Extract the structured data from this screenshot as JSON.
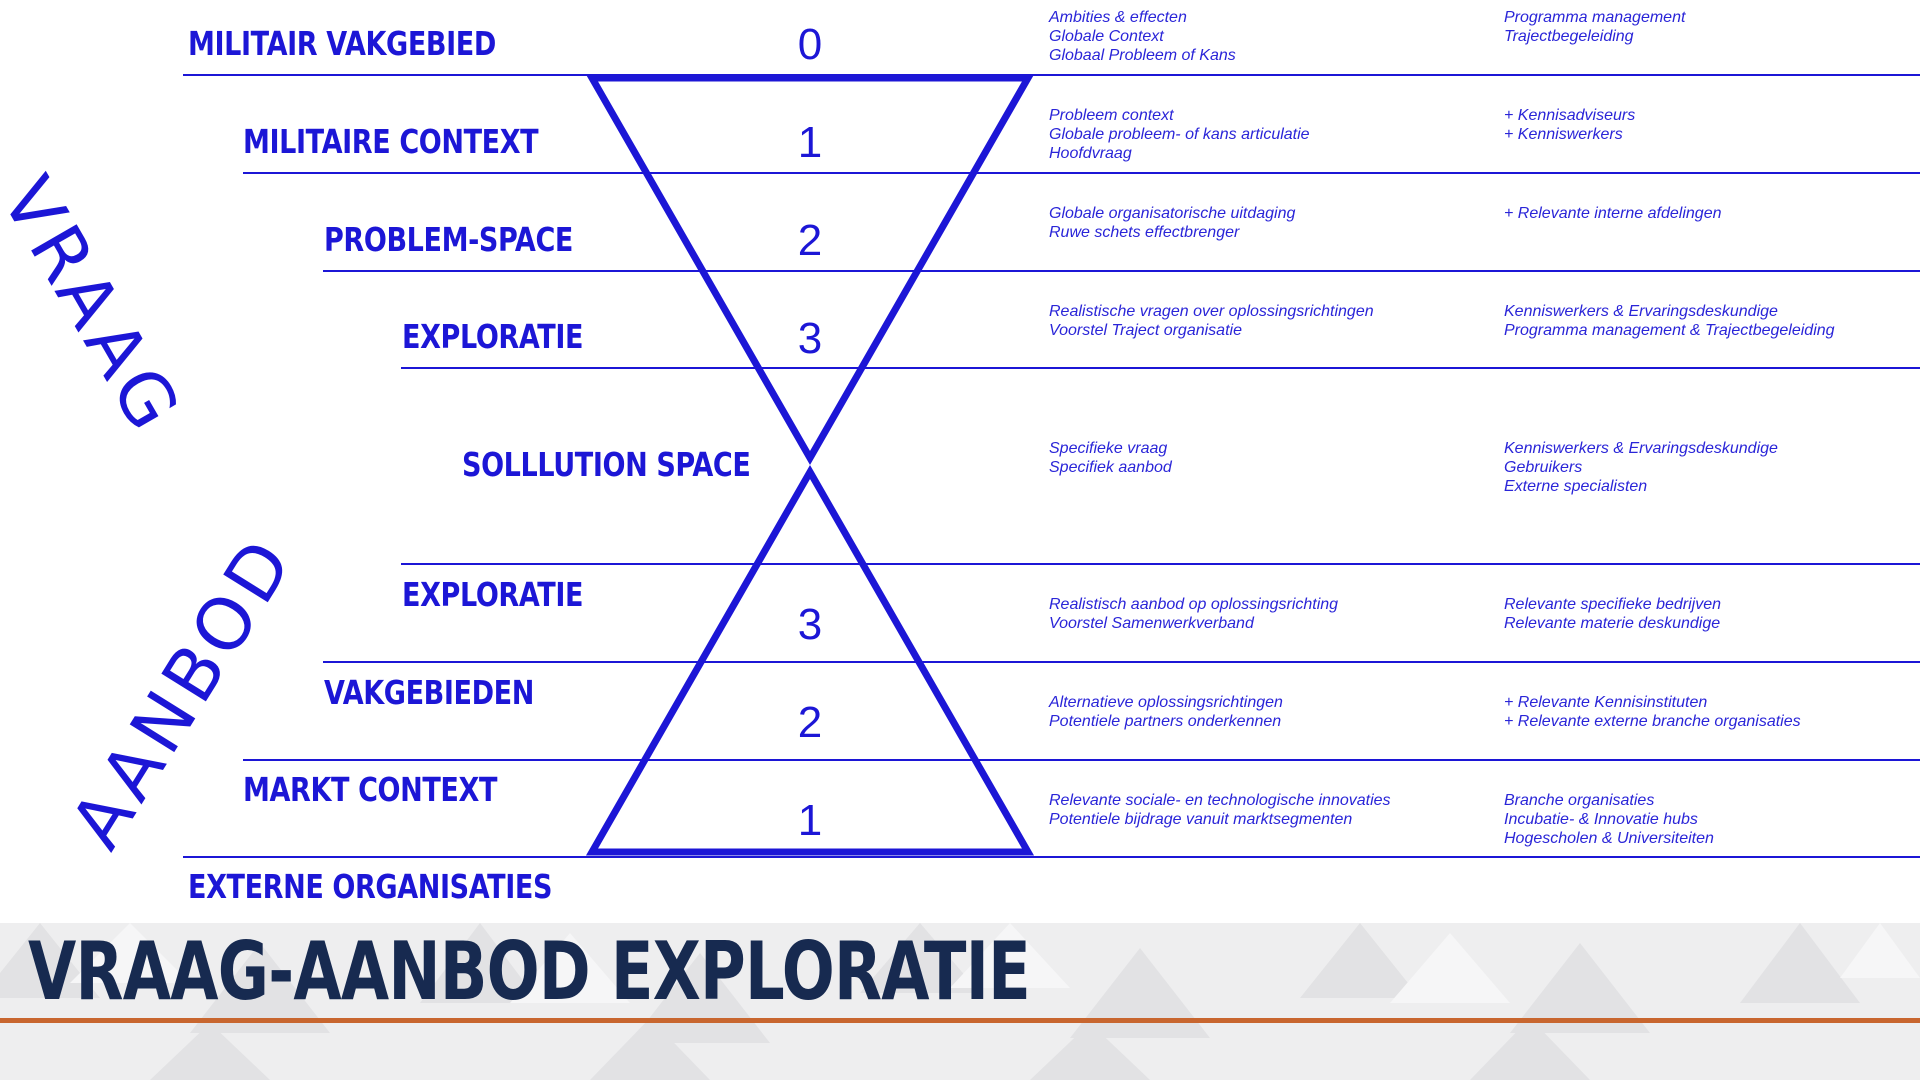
{
  "colors": {
    "accent": "#1c16d6",
    "title": "#172a50",
    "rule": "#c8662f"
  },
  "title": "VRAAG-AANBOD EXPLORATIE",
  "side": {
    "top": "VRAAG",
    "bottom": "AANBOD"
  },
  "rows": [
    {
      "label": "MILITAIR VAKGEBIED",
      "num": "0",
      "desc": "Ambities & effecten\nGlobale Context\nGlobaal Probleem of Kans",
      "actors": "Programma management\nTrajectbegeleiding"
    },
    {
      "label": "MILITAIRE CONTEXT",
      "num": "1",
      "desc": "Probleem context\nGlobale probleem- of kans articulatie\nHoofdvraag",
      "actors": "+ Kennisadviseurs\n+ Kenniswerkers"
    },
    {
      "label": "PROBLEM-SPACE",
      "num": "2",
      "desc": "Globale organisatorische uitdaging\nRuwe schets effectbrenger",
      "actors": "+ Relevante interne afdelingen"
    },
    {
      "label": "EXPLORATIE",
      "num": "3",
      "desc": "Realistische vragen over oplossingsrichtingen\nVoorstel Traject organisatie",
      "actors": "Kenniswerkers & Ervaringsdeskundige\nProgramma management & Trajectbegeleiding"
    },
    {
      "label": "SOLLLUTION SPACE",
      "num": "",
      "desc": "Specifieke vraag\nSpecifiek aanbod",
      "actors": "Kenniswerkers & Ervaringsdeskundige\nGebruikers\nExterne specialisten"
    },
    {
      "label": "EXPLORATIE",
      "num": "3",
      "desc": "Realistisch aanbod op oplossingsrichting\nVoorstel Samenwerkverband",
      "actors": "Relevante specifieke bedrijven\nRelevante materie deskundige"
    },
    {
      "label": "VAKGEBIEDEN",
      "num": "2",
      "desc": "Alternatieve oplossingsrichtingen\nPotentiele partners onderkennen",
      "actors": "+ Relevante Kennisinstituten\n+ Relevante externe branche organisaties"
    },
    {
      "label": "MARKT CONTEXT",
      "num": "1",
      "desc": "Relevante sociale- en technologische innovaties\nPotentiele bijdrage vanuit marktsegmenten",
      "actors": "Branche organisaties\nIncubatie- & Innovatie hubs\nHogescholen & Universiteiten"
    },
    {
      "label": "EXTERNE ORGANISATIES",
      "num": "",
      "desc": "",
      "actors": ""
    }
  ]
}
